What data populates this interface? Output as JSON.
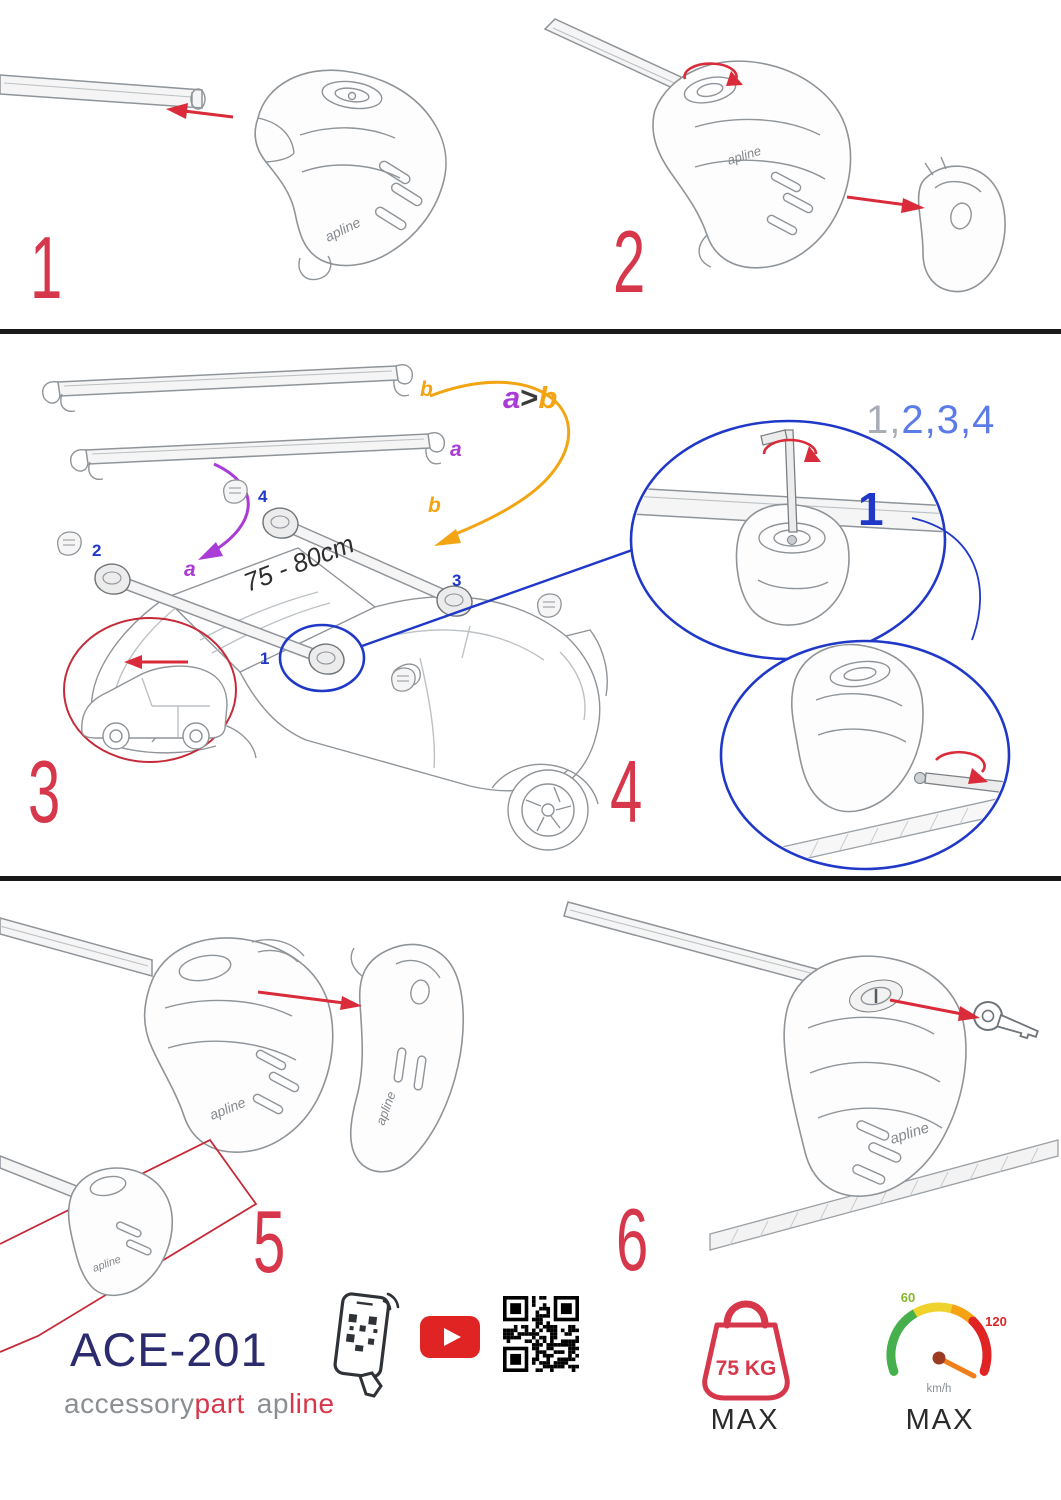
{
  "steps": {
    "n1": "1",
    "n2": "2",
    "n3": "3",
    "n4": "4",
    "n5": "5",
    "n6": "6"
  },
  "labels": {
    "a": "a",
    "b": "b",
    "order_a": "a",
    "order_gt": ">",
    "order_b": "b",
    "measure": "75 - 80cm",
    "pos_1": "1",
    "pos_2": "2",
    "pos_3": "3",
    "pos_4": "4",
    "seq_gray": "1,",
    "seq_blue": "2,3,4",
    "detail_one": "1",
    "foot_brand": "apline"
  },
  "footer": {
    "model": "ACE-201",
    "brand_accessory": "accessory",
    "brand_part": "part",
    "brand_ap": "ap",
    "brand_line": "line",
    "weight_value": "75 KG",
    "weight_max": "MAX",
    "speed_low": "60",
    "speed_high": "120",
    "speed_unit": "km/h",
    "speed_max": "MAX"
  },
  "colors": {
    "red": "#d6374a",
    "arrow-red": "#d92b3a",
    "blue": "#2038c8",
    "blue-light": "#5b7ce6",
    "gray-num": "#a9aeb6",
    "purple": "#a93bd6",
    "orange": "#f2a413",
    "navy": "#2b2b6e",
    "brand-gray": "#8a8f94",
    "ink": "#191919",
    "sketch": "#8f9499",
    "sketch-light": "#bcc1c5",
    "green": "#46b14c",
    "yellow": "#f0d22c",
    "amber": "#f5a313",
    "speed-red": "#e02424",
    "needle": "#ef7f1a",
    "dark-icon": "#2f3338"
  }
}
